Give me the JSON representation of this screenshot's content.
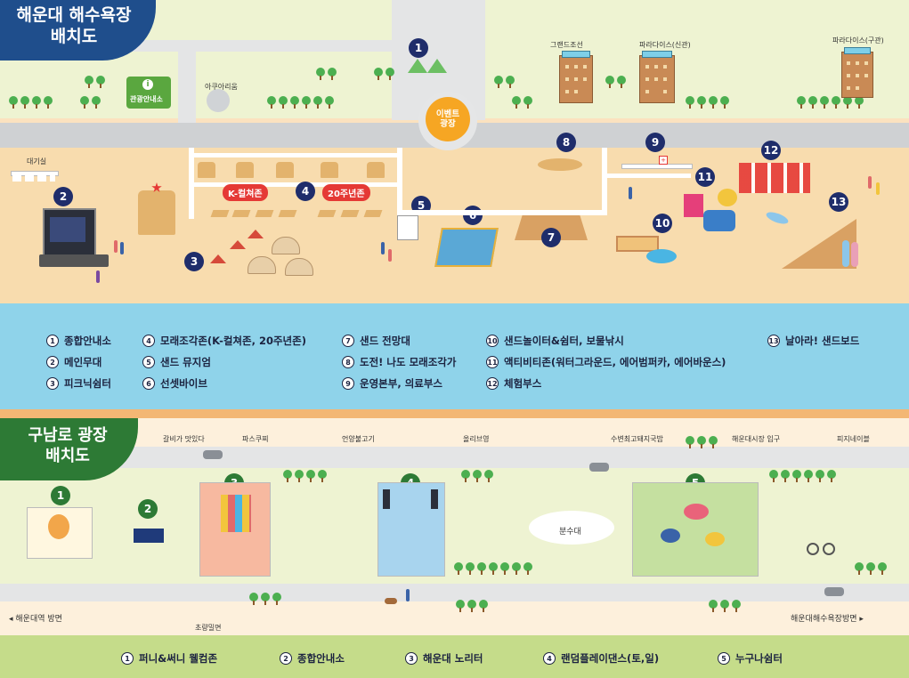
{
  "colors": {
    "accent_blue": "#1f4e8c",
    "accent_green": "#2d7a35",
    "marker": "#1f2d6b",
    "event_plaza": "#f6a623",
    "sea": "#8fd3ea",
    "sand": "#f8dcae",
    "zone_pill": "#e53935"
  },
  "top_map": {
    "title_line1": "해운대 해수욕장",
    "title_line2": "배치도",
    "places": {
      "tourist_info": "관광안내소",
      "aquarium": "아쿠아리움",
      "grand_chosun": "그랜드조선",
      "paradise_new": "파라다이스(신관)",
      "paradise_old": "파라다이스(구관)",
      "waiting_room": "대기실",
      "event_plaza_line1": "이벤트",
      "event_plaza_line2": "광장",
      "k_culture_zone": "K-컬쳐존",
      "anniversary_zone": "20주년존",
      "info_icon": "i"
    },
    "markers": [
      "1",
      "2",
      "3",
      "4",
      "5",
      "6",
      "7",
      "8",
      "9",
      "10",
      "11",
      "12",
      "13"
    ],
    "legend": [
      {
        "num": "1",
        "label": "종합안내소"
      },
      {
        "num": "2",
        "label": "메인무대"
      },
      {
        "num": "3",
        "label": "피크닉쉼터"
      },
      {
        "num": "4",
        "label": "모래조각존(K-컬쳐존, 20주년존)"
      },
      {
        "num": "5",
        "label": "샌드 뮤지엄"
      },
      {
        "num": "6",
        "label": "선셋바이브"
      },
      {
        "num": "7",
        "label": "샌드 전망대"
      },
      {
        "num": "8",
        "label": "도전! 나도 모래조각가"
      },
      {
        "num": "9",
        "label": "운영본부, 의료부스"
      },
      {
        "num": "10",
        "label": "샌드놀이터&쉼터, 보물낚시"
      },
      {
        "num": "11",
        "label": "액티비티존(워터그라운드, 에어범퍼카, 에어바운스)"
      },
      {
        "num": "12",
        "label": "체험부스"
      },
      {
        "num": "13",
        "label": "날아라! 샌드보드"
      }
    ]
  },
  "bottom_map": {
    "title_line1": "구남로 광장",
    "title_line2": "배치도",
    "streets": {
      "galbi": "갈비가 맛있다",
      "pascucci": "파스쿠찌",
      "eonyang": "언양불고기",
      "olive_young": "올리브영",
      "gukbap": "수변최고돼지국밥",
      "market_entrance": "해운대시장 입구",
      "pizza": "피지네이블",
      "haeundae_station": "◂ 해운대역 방면",
      "chorang": "초량밀면",
      "beach_direction": "해운대해수욕장방면 ▸",
      "fountain": "분수대"
    },
    "markers": [
      "1",
      "2",
      "3",
      "4",
      "5"
    ],
    "legend": [
      {
        "num": "1",
        "label": "퍼니&써니 웰컴존"
      },
      {
        "num": "2",
        "label": "종합안내소"
      },
      {
        "num": "3",
        "label": "해운대 노리터"
      },
      {
        "num": "4",
        "label": "랜덤플레이댄스(토,일)"
      },
      {
        "num": "5",
        "label": "누구나쉼터"
      }
    ]
  }
}
